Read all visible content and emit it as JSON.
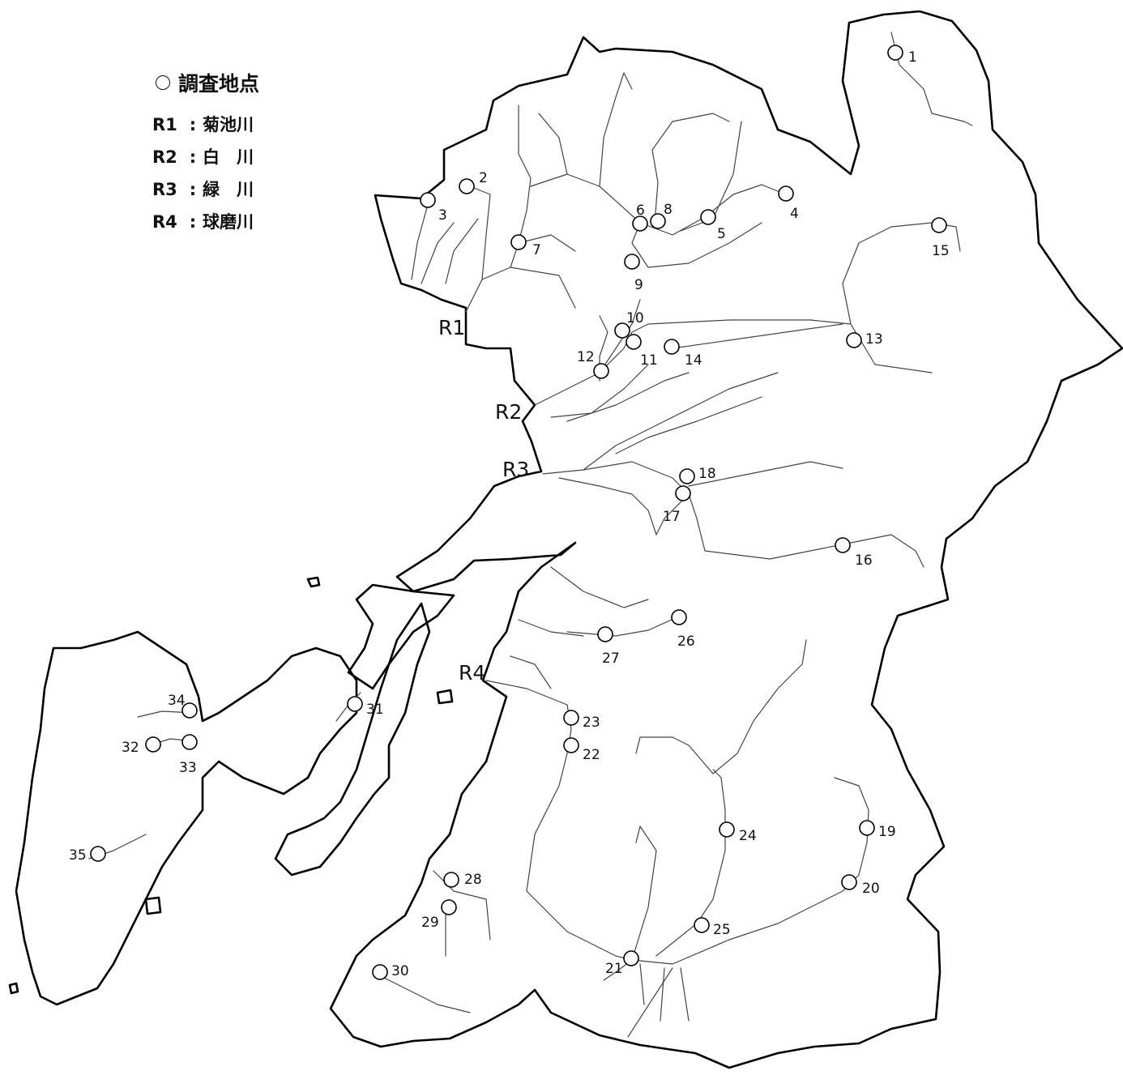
{
  "legend": {
    "symbol_label": "調査地点",
    "rivers": [
      {
        "code": "R1",
        "sep": ":",
        "name": "菊池川"
      },
      {
        "code": "R2",
        "sep": ":",
        "name": "白　川"
      },
      {
        "code": "R3",
        "sep": ":",
        "name": "緑　川"
      },
      {
        "code": "R4",
        "sep": ":",
        "name": "球磨川"
      }
    ]
  },
  "river_labels": [
    "R1",
    "R2",
    "R3",
    "R4"
  ],
  "sites": [
    "1",
    "2",
    "3",
    "4",
    "5",
    "6",
    "7",
    "8",
    "9",
    "10",
    "11",
    "12",
    "13",
    "14",
    "15",
    "16",
    "17",
    "18",
    "19",
    "20",
    "21",
    "22",
    "23",
    "24",
    "25",
    "26",
    "27",
    "28",
    "29",
    "30",
    "31",
    "32",
    "33",
    "34",
    "35"
  ],
  "colors": {
    "coast": "#000000",
    "river": "#444444",
    "marker": "#000000"
  }
}
